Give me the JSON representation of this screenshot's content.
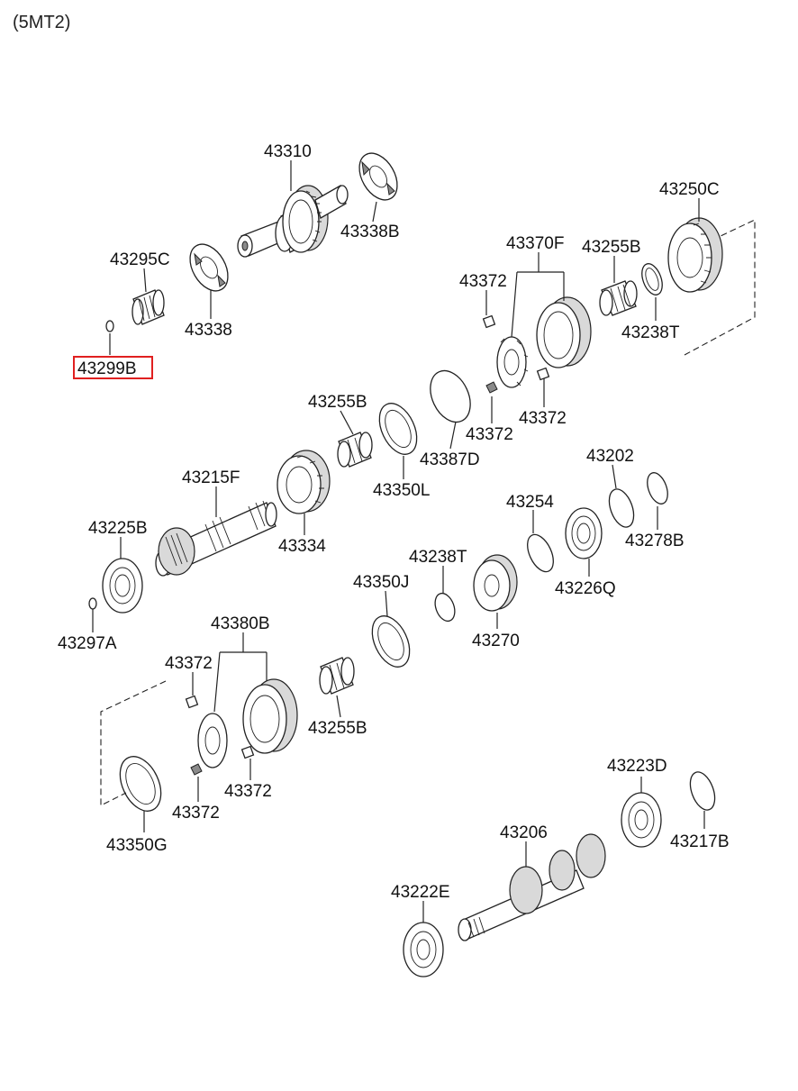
{
  "variant_label": "(5MT2)",
  "highlighted_part": "43299B",
  "parts": [
    {
      "id": "p-43310",
      "label": "43310"
    },
    {
      "id": "p-43338B",
      "label": "43338B"
    },
    {
      "id": "p-43295C",
      "label": "43295C"
    },
    {
      "id": "p-43338",
      "label": "43338"
    },
    {
      "id": "p-43299B",
      "label": "43299B"
    },
    {
      "id": "p-43250C",
      "label": "43250C"
    },
    {
      "id": "p-43370F",
      "label": "43370F"
    },
    {
      "id": "p-43255B-a",
      "label": "43255B"
    },
    {
      "id": "p-43372-a",
      "label": "43372"
    },
    {
      "id": "p-43238T-a",
      "label": "43238T"
    },
    {
      "id": "p-43255B-b",
      "label": "43255B"
    },
    {
      "id": "p-43372-b",
      "label": "43372"
    },
    {
      "id": "p-43372-c",
      "label": "43372"
    },
    {
      "id": "p-43387D",
      "label": "43387D"
    },
    {
      "id": "p-43350L",
      "label": "43350L"
    },
    {
      "id": "p-43215F",
      "label": "43215F"
    },
    {
      "id": "p-43202",
      "label": "43202"
    },
    {
      "id": "p-43225B",
      "label": "43225B"
    },
    {
      "id": "p-43334",
      "label": "43334"
    },
    {
      "id": "p-43254",
      "label": "43254"
    },
    {
      "id": "p-43278B",
      "label": "43278B"
    },
    {
      "id": "p-43238T-b",
      "label": "43238T"
    },
    {
      "id": "p-43350J",
      "label": "43350J"
    },
    {
      "id": "p-43226Q",
      "label": "43226Q"
    },
    {
      "id": "p-43297A",
      "label": "43297A"
    },
    {
      "id": "p-43270",
      "label": "43270"
    },
    {
      "id": "p-43380B",
      "label": "43380B"
    },
    {
      "id": "p-43372-d",
      "label": "43372"
    },
    {
      "id": "p-43255B-c",
      "label": "43255B"
    },
    {
      "id": "p-43372-e",
      "label": "43372"
    },
    {
      "id": "p-43372-f",
      "label": "43372"
    },
    {
      "id": "p-43223D",
      "label": "43223D"
    },
    {
      "id": "p-43206",
      "label": "43206"
    },
    {
      "id": "p-43350G",
      "label": "43350G"
    },
    {
      "id": "p-43217B",
      "label": "43217B"
    },
    {
      "id": "p-43222E",
      "label": "43222E"
    }
  ]
}
